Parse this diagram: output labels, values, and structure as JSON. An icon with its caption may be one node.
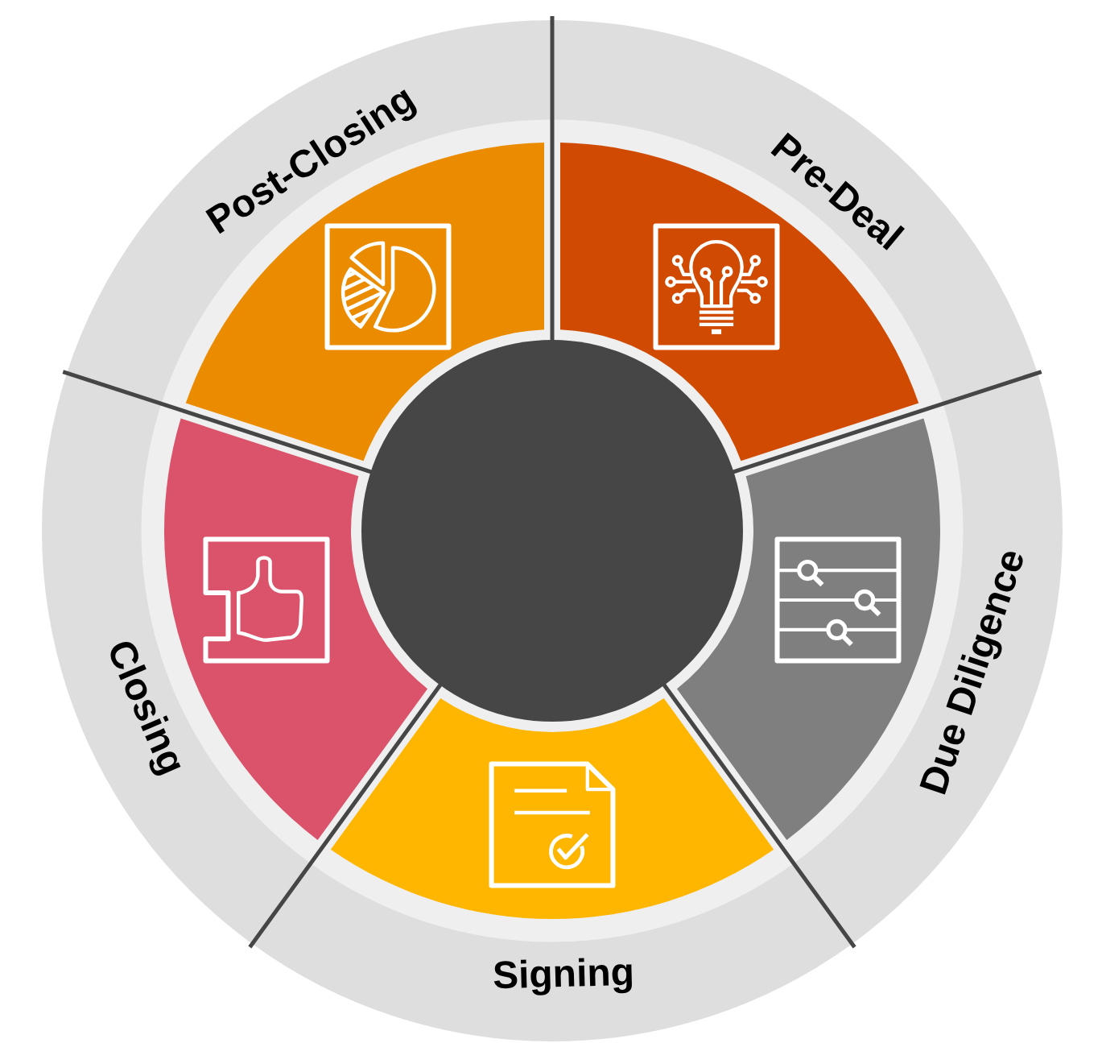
{
  "diagram": {
    "nodes": [
      {
        "text": [
          "Pre-Deal"
        ]
      },
      {
        "text": [
          "Due Diligence"
        ]
      },
      {
        "text": [
          "Signing"
        ]
      },
      {
        "text": [
          "Closing"
        ]
      },
      {
        "text": [
          "Post-Closing"
        ]
      },
      {
        "text": [],
        "shape": "circle"
      }
    ]
  }
}
